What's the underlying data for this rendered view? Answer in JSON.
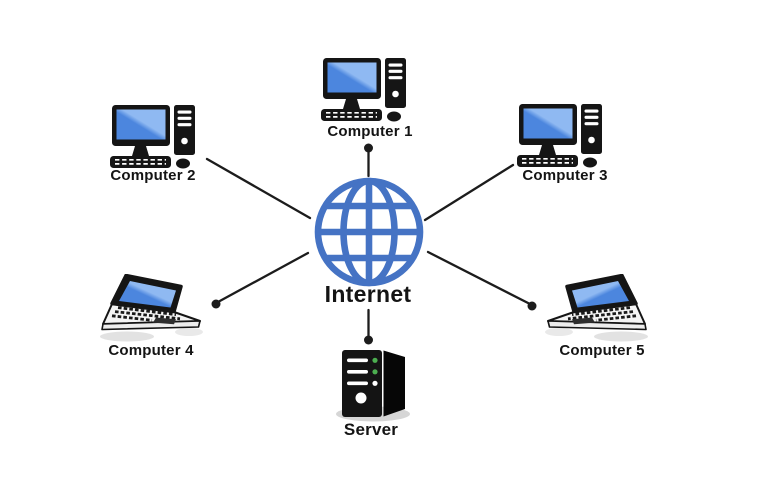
{
  "nodes": {
    "internet": {
      "label": "Internet",
      "type": "globe-hub"
    },
    "computer1": {
      "label": "Computer 1",
      "type": "desktop"
    },
    "computer2": {
      "label": "Computer 2",
      "type": "desktop"
    },
    "computer3": {
      "label": "Computer 3",
      "type": "desktop"
    },
    "computer4": {
      "label": "Computer 4",
      "type": "laptop"
    },
    "computer5": {
      "label": "Computer 5",
      "type": "laptop"
    },
    "server": {
      "label": "Server",
      "type": "server-tower"
    }
  },
  "edges": [
    {
      "from": "computer1",
      "to": "internet"
    },
    {
      "from": "computer2",
      "to": "internet"
    },
    {
      "from": "computer3",
      "to": "internet"
    },
    {
      "from": "computer4",
      "to": "internet"
    },
    {
      "from": "computer5",
      "to": "internet"
    },
    {
      "from": "server",
      "to": "internet"
    }
  ],
  "colors": {
    "globe_blue": "#4573C4",
    "screen_blue_dark": "#4C86DE",
    "screen_blue_light": "#8FB9F2",
    "led_green": "#4CAF50",
    "edge_line": "#1c1c1c",
    "device_black": "#151515",
    "shadow_gray": "#d9d9d9",
    "background": "#ffffff"
  }
}
